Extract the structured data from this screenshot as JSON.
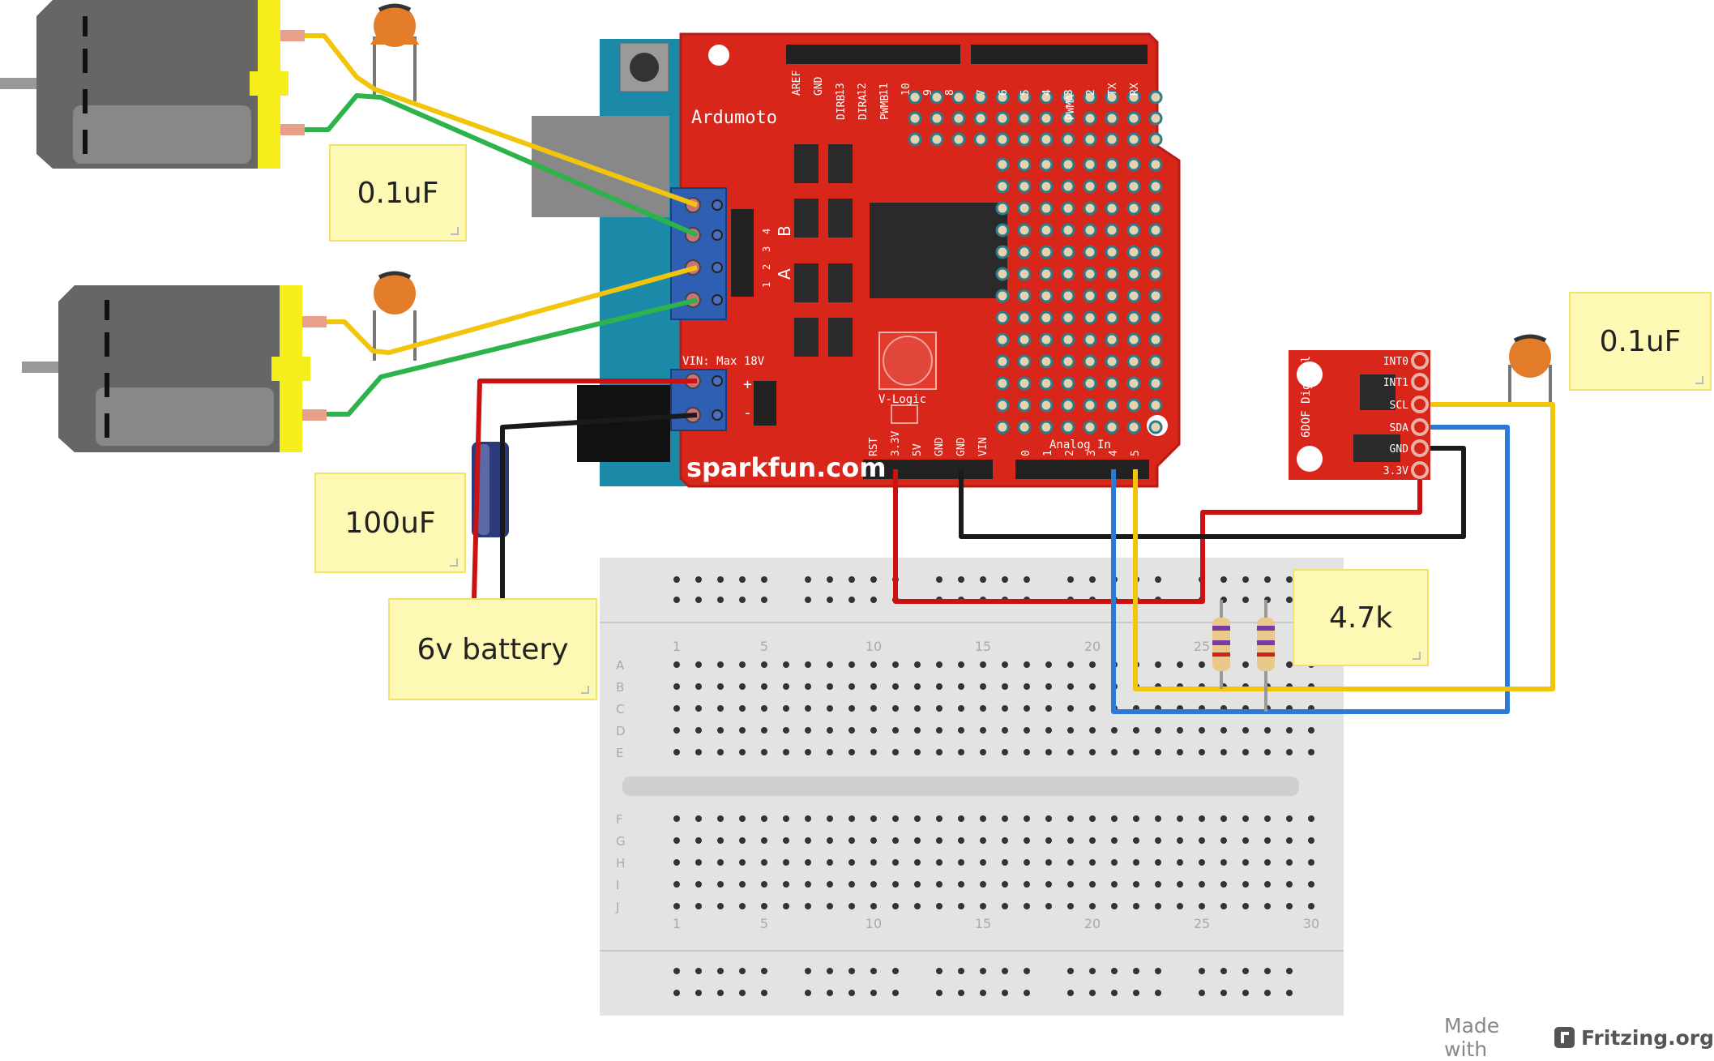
{
  "board": {
    "name": "Ardumoto",
    "brand": "sparkfun.com",
    "vlogic_label": "V-Logic",
    "vin_label": "VIN: Max 18V",
    "analog_label": "Analog In",
    "top_pins": [
      "AREF",
      "GND",
      "13",
      "12",
      "11",
      "10",
      "9",
      "8",
      "7",
      "6",
      "5",
      "4",
      "3",
      "2",
      "TX",
      "RX"
    ],
    "top_sub": [
      "DIRB",
      "DIRA",
      "PWMB",
      "PWMA"
    ],
    "bottom_pins": [
      "RST",
      "3.3V",
      "5V",
      "GND",
      "GND",
      "VIN"
    ],
    "analog_pins": [
      "0",
      "1",
      "2",
      "3",
      "4",
      "5"
    ],
    "ab_labels": [
      "A",
      "B"
    ],
    "terminal_nums": [
      "1",
      "2",
      "3",
      "4"
    ],
    "plus": "+",
    "minus": "-"
  },
  "sensor": {
    "title": "6DOF Digital",
    "pins": [
      "INT0",
      "INT1",
      "SCL",
      "SDA",
      "GND",
      "3.3V"
    ]
  },
  "breadboard": {
    "col_numbers": [
      "1",
      "5",
      "10",
      "15",
      "20",
      "25",
      "30"
    ],
    "row_letters_top": [
      "A",
      "B",
      "C",
      "D",
      "E"
    ],
    "row_letters_bottom": [
      "F",
      "G",
      "H",
      "I",
      "J"
    ]
  },
  "notes": {
    "motor_cap_1": "0.1uF",
    "bulk_cap": "100uF",
    "battery": "6v battery",
    "sensor_cap": "0.1uF",
    "pullups": "4.7k"
  },
  "footer": {
    "made_with": "Made with",
    "brand": "Fritzing.org"
  },
  "colors": {
    "board_red": "#d8261b",
    "wire_yellow": "#f2c40c",
    "wire_green": "#2db34a",
    "wire_red": "#cc1111",
    "wire_black": "#1a1a1a",
    "wire_blue": "#2a7bd6",
    "motor_yellow": "#f6ee1a",
    "note_yellow": "#fdf8b3"
  }
}
